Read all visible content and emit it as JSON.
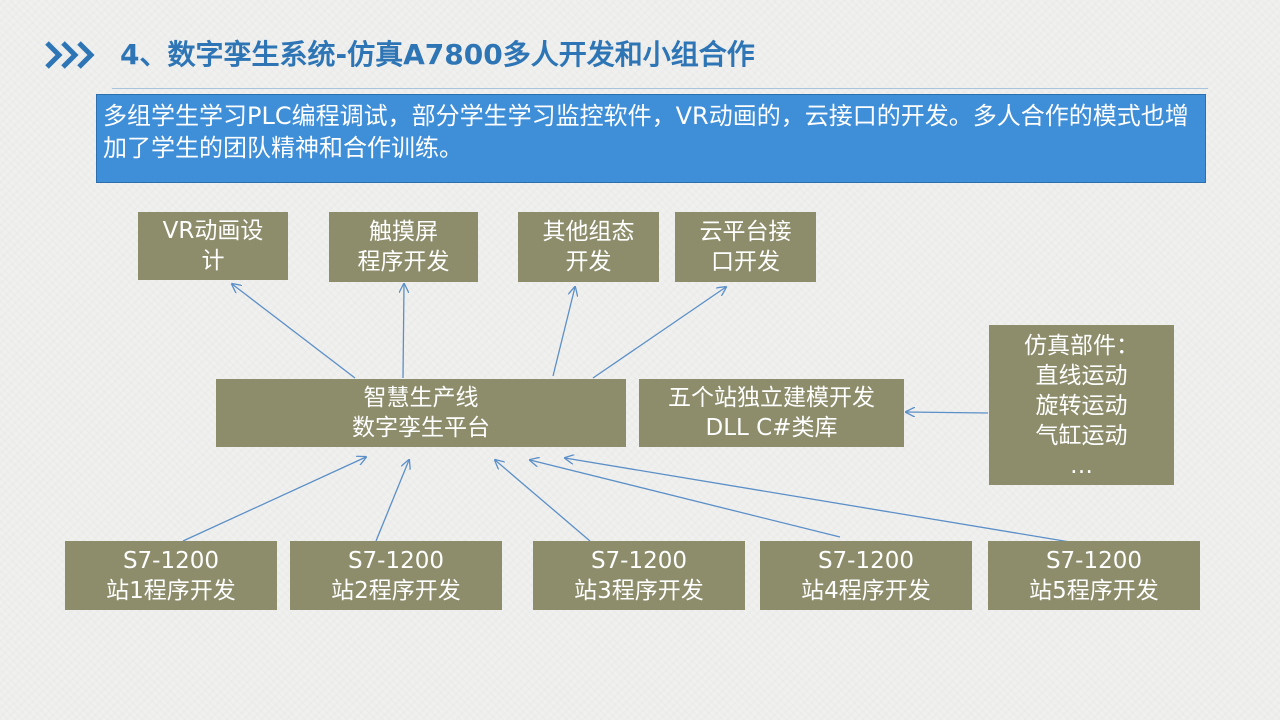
{
  "header": {
    "title": "4、数字孪生系统-仿真A7800多人开发和小组合作",
    "accent_color": "#2e75b6",
    "icon": "double-chevron-right-icon"
  },
  "intro": {
    "text": "多组学生学习PLC编程调试，部分学生学习监控软件，VR动画的，云接口的开发。多人合作的模式也增加了学生的团队精神和合作训练。",
    "background_color": "#3e8ed8"
  },
  "diagram": {
    "node_color": "#8d8d6c",
    "arrow_color": "#5b8fc7",
    "top_nodes": [
      {
        "label": "VR动画设\n计"
      },
      {
        "label": "触摸屏\n程序开发"
      },
      {
        "label": "其他组态\n开发"
      },
      {
        "label": "云平台接\n口开发"
      }
    ],
    "platform": {
      "label": "智慧生产线\n数字孪生平台"
    },
    "dll": {
      "label": "五个站独立建模开发\nDLL C#类库"
    },
    "parts": {
      "label": "仿真部件：\n直线运动\n旋转运动\n气缸运动\n…"
    },
    "stations": [
      {
        "label": "S7-1200\n站1程序开发"
      },
      {
        "label": "S7-1200\n站2程序开发"
      },
      {
        "label": "S7-1200\n站3程序开发"
      },
      {
        "label": "S7-1200\n站4程序开发"
      },
      {
        "label": "S7-1200\n站5程序开发"
      }
    ]
  }
}
